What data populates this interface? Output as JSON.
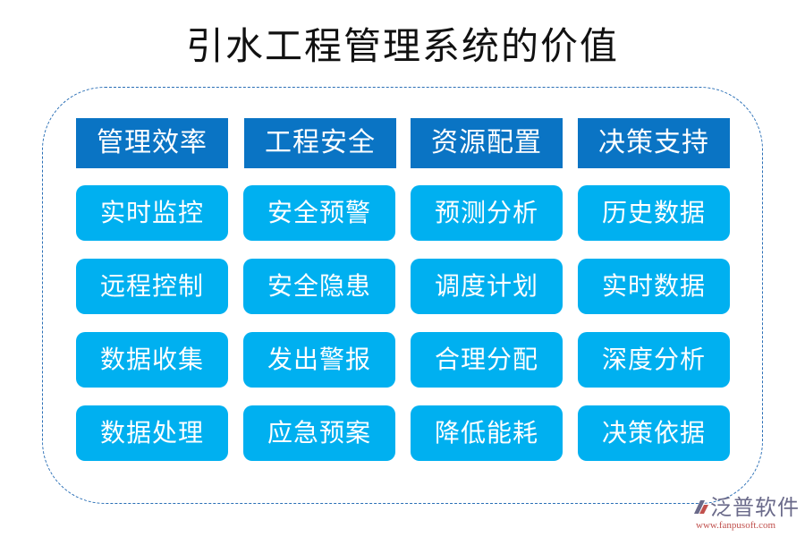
{
  "title": "引水工程管理系统的价值",
  "columns": [
    {
      "header": "管理效率",
      "items": [
        "实时监控",
        "远程控制",
        "数据收集",
        "数据处理"
      ]
    },
    {
      "header": "工程安全",
      "items": [
        "安全预警",
        "安全隐患",
        "发出警报",
        "应急预案"
      ]
    },
    {
      "header": "资源配置",
      "items": [
        "预测分析",
        "调度计划",
        "合理分配",
        "降低能耗"
      ]
    },
    {
      "header": "决策支持",
      "items": [
        "历史数据",
        "实时数据",
        "深度分析",
        "决策依据"
      ]
    }
  ],
  "colors": {
    "header_bg": "#0a74c4",
    "cell_bg": "#00b0f0",
    "frame_border": "#2a6fb6"
  },
  "logo": {
    "name": "泛普软件",
    "url": "www.fanpusoft.com",
    "icon": "fanpu-logo-icon"
  }
}
